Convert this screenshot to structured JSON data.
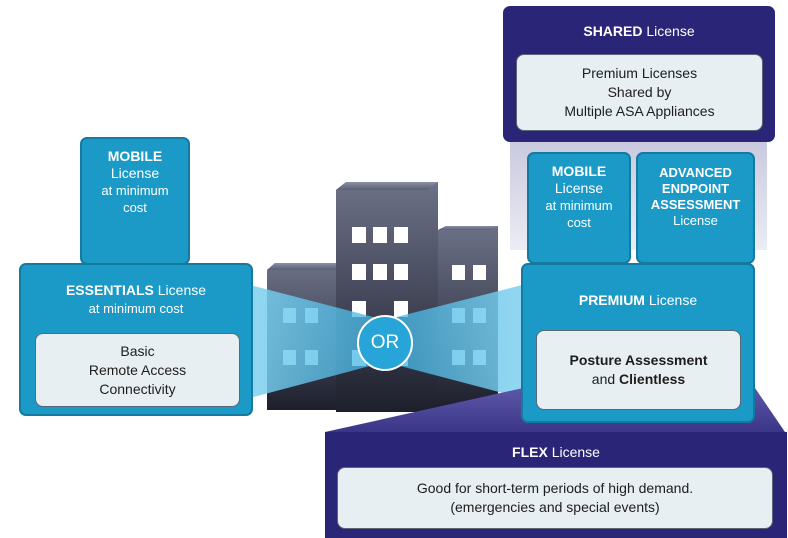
{
  "shared": {
    "title_bold": "SHARED",
    "title_rest": " License",
    "desc_lines": [
      "Premium Licenses",
      "Shared by",
      "Multiple ASA Appliances"
    ]
  },
  "mobile_left": {
    "title": "MOBILE",
    "line2": "License",
    "line3": "at minimum",
    "line4": "cost"
  },
  "essentials": {
    "title_bold": "ESSENTIALS",
    "title_rest": " License",
    "sub": "at minimum cost",
    "desc_lines": [
      "Basic",
      "Remote Access",
      "Connectivity"
    ]
  },
  "mobile_right": {
    "title": "MOBILE",
    "line2": "License",
    "line3": "at minimum",
    "line4": "cost"
  },
  "advanced": {
    "line1": "ADVANCED",
    "line2": "ENDPOINT",
    "line3": "ASSESSMENT",
    "line4": "License"
  },
  "premium": {
    "title_bold": "PREMIUM",
    "title_rest": " License",
    "desc_line1": "Posture Assessment",
    "desc_line2_pre": "and ",
    "desc_line2_bold": "Clientless"
  },
  "or_label": "OR",
  "flex": {
    "title_bold": "FLEX",
    "title_rest": " License",
    "desc_lines": [
      "Good for short-term periods of high demand.",
      "(emergencies and special events)"
    ]
  },
  "colors": {
    "teal": "#1b9ac7",
    "navy": "#2b2577",
    "panel": "#e7eff2",
    "building": "#3a3d4e"
  }
}
